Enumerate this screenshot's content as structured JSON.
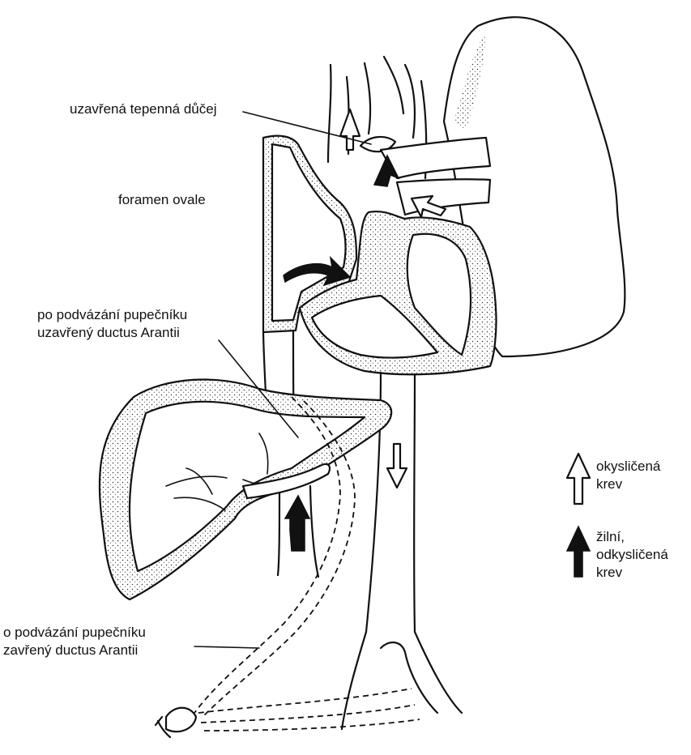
{
  "labels": {
    "ductus_arteriosus": "uzavřená tepenná důčej",
    "foramen_ovale": "foramen ovale",
    "ductus_arantii_1_line1": "po podvázání pupečníku",
    "ductus_arantii_1_line2": "uzavřený ductus Arantii",
    "ductus_arantii_2_line1": "o podvázání pupečníku",
    "ductus_arantii_2_line2": "zavřený ductus Arantii"
  },
  "legend": {
    "oxygenated_line1": "okysličená",
    "oxygenated_line2": "krev",
    "venous_line1": "žilní,",
    "venous_line2": "odkysličená",
    "venous_line3": "krev"
  }
}
